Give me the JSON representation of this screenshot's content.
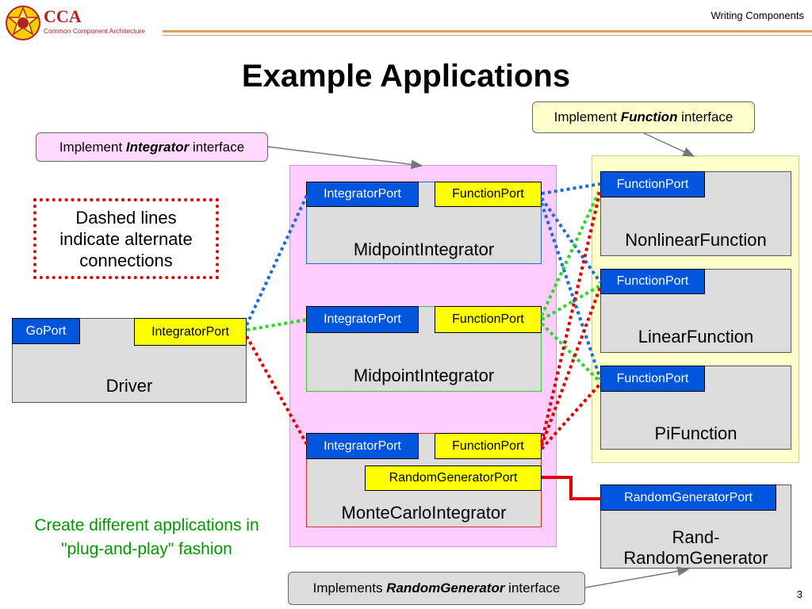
{
  "header": {
    "logo_title": "CCA",
    "logo_subtitle": "Common Component Architecture",
    "section": "Writing Components",
    "page_number": "3"
  },
  "title": "Example Applications",
  "callouts": {
    "function": {
      "prefix": "Implement ",
      "emph": "Function",
      "suffix": " interface"
    },
    "integrator": {
      "prefix": "Implement ",
      "emph": "Integrator",
      "suffix": " interface"
    },
    "random": {
      "prefix": "Implements ",
      "emph": "RandomGenerator",
      "suffix": " interface"
    }
  },
  "notes": {
    "dashed": "Dashed lines indicate alternate connections",
    "plug": "Create different applications in \"plug-and-play\" fashion"
  },
  "components": {
    "driver": {
      "name": "Driver",
      "ports": [
        "GoPort",
        "IntegratorPort"
      ]
    },
    "midpoint1": {
      "name": "MidpointIntegrator",
      "ports": [
        "IntegratorPort",
        "FunctionPort"
      ]
    },
    "midpoint2": {
      "name": "MidpointIntegrator",
      "ports": [
        "IntegratorPort",
        "FunctionPort"
      ]
    },
    "montecarlo": {
      "name": "MonteCarloIntegrator",
      "ports": [
        "IntegratorPort",
        "FunctionPort",
        "RandomGeneratorPort"
      ]
    },
    "nonlinear": {
      "name": "NonlinearFunction",
      "ports": [
        "FunctionPort"
      ]
    },
    "linear": {
      "name": "LinearFunction",
      "ports": [
        "FunctionPort"
      ]
    },
    "pi": {
      "name": "PiFunction",
      "ports": [
        "FunctionPort"
      ]
    },
    "rand": {
      "name_line1": "Rand-",
      "name_line2": "RandomGenerator",
      "ports": [
        "RandomGeneratorPort"
      ]
    }
  },
  "colors": {
    "blue_connection": "#1a6be0",
    "green_connection": "#22dd22",
    "red_connection": "#e00000",
    "port_blue": "#0055dd",
    "port_yellow": "#ffff00"
  }
}
